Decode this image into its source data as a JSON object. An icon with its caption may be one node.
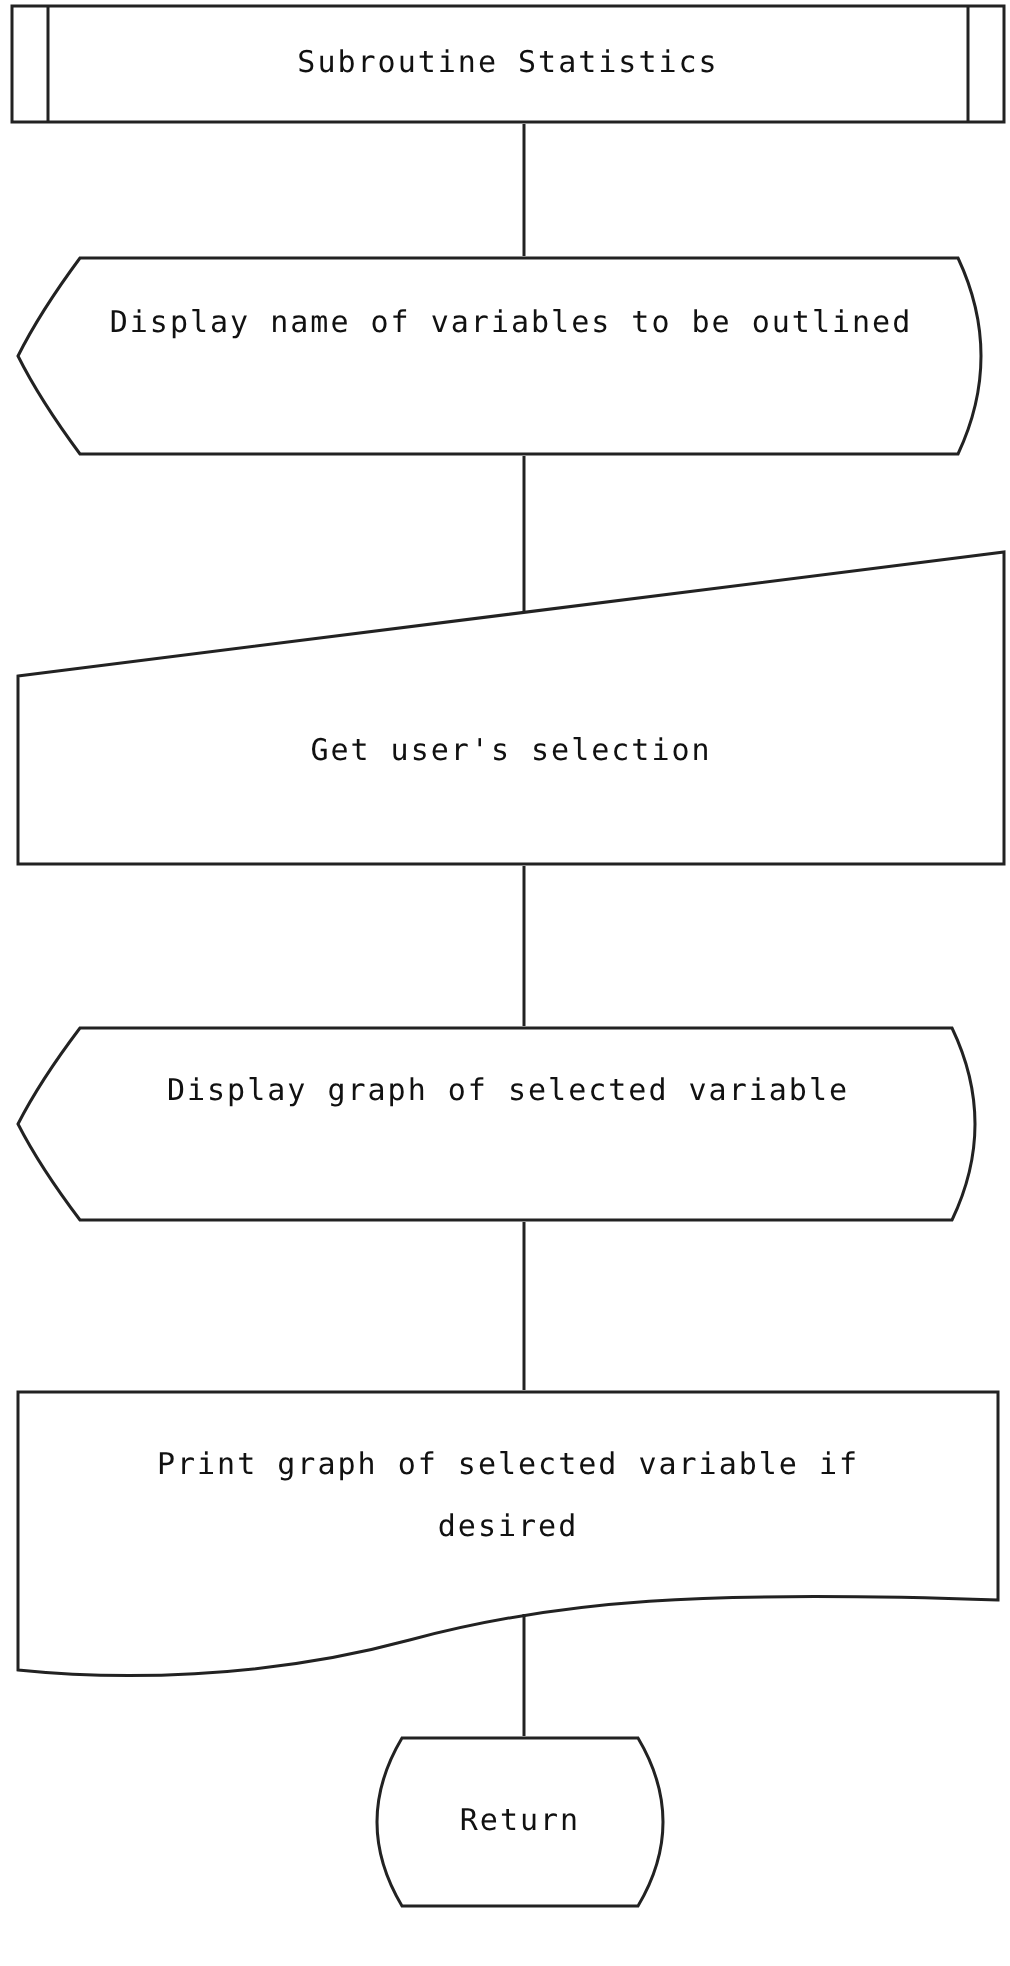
{
  "diagram": {
    "nodes": [
      {
        "text": [
          "Subroutine Statistics"
        ]
      },
      {
        "text": [
          "Display name of variables to be outlined"
        ]
      },
      {
        "text": [
          "Get user's selection"
        ]
      },
      {
        "text": [
          "Display graph of selected variable"
        ]
      },
      {
        "text": [
          "Print graph of selected variable if desired"
        ]
      },
      {
        "text": [
          "Return"
        ]
      }
    ],
    "edges": [
      {
        "from": 0,
        "to": 1,
        "arrow": "none"
      },
      {
        "from": 1,
        "to": 2,
        "arrow": "none"
      },
      {
        "from": 2,
        "to": 3,
        "arrow": "none"
      },
      {
        "from": 3,
        "to": 4,
        "arrow": "none"
      },
      {
        "from": 4,
        "to": 5,
        "arrow": "none"
      }
    ]
  }
}
